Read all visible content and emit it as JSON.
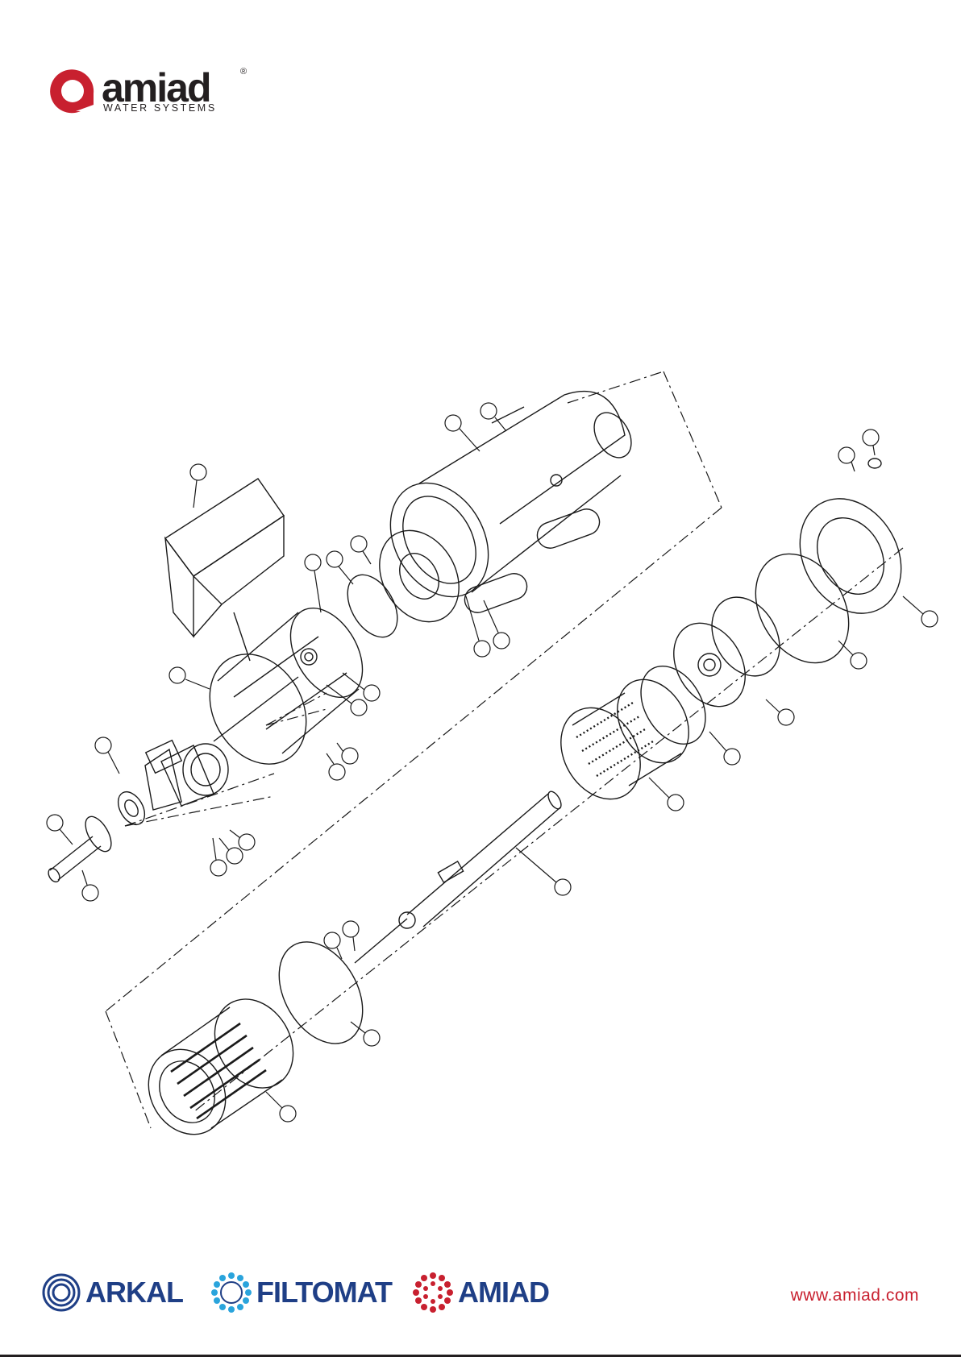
{
  "header": {
    "logo": {
      "wordmark": "amiad",
      "registered": "®",
      "tagline": "WATER SYSTEMS",
      "icon": "amiad-swirl-icon"
    }
  },
  "drawing": {
    "type": "exploded-assembly-view",
    "line_color": "#1a1a1a",
    "callout_count": 33
  },
  "footer": {
    "brands": [
      {
        "name": "ARKAL",
        "icon": "arkal-rings-icon",
        "color": "#1f3f86"
      },
      {
        "name": "FILTOMAT",
        "icon": "filtomat-dots-ring-icon",
        "color": "#1f3f86"
      },
      {
        "name": "AMIAD",
        "icon": "amiad-dots-ring-icon",
        "color": "#1f3f86"
      }
    ],
    "website": "www.amiad.com"
  },
  "colors": {
    "brand_red": "#c8202f",
    "brand_navy": "#1f3f86",
    "filtomat_blue": "#2aa4dc",
    "text_dark": "#231f20"
  }
}
